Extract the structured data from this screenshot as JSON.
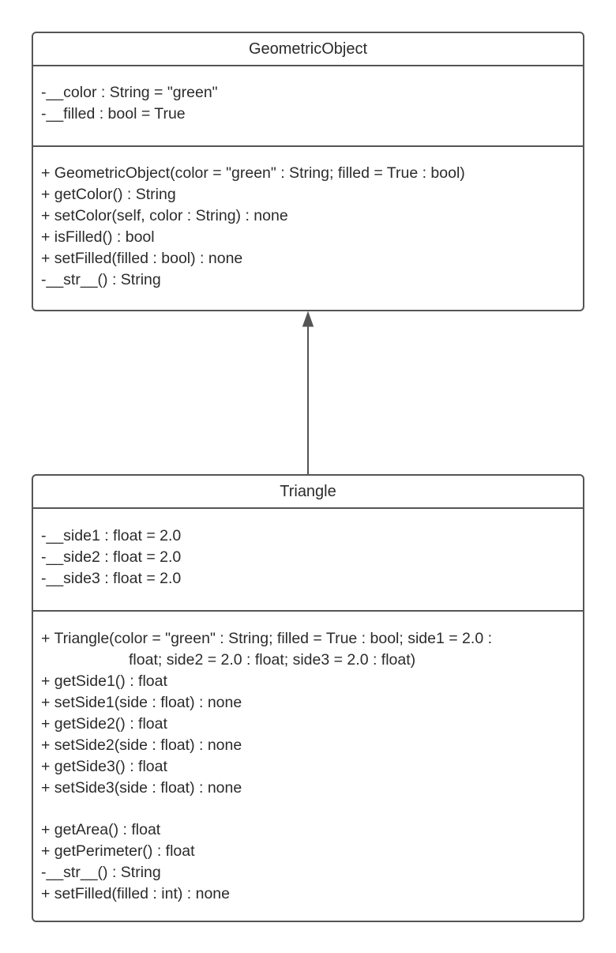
{
  "superclass": {
    "name": "GeometricObject",
    "attributes": [
      "-__color : String = \"green\"",
      "-__filled : bool = True"
    ],
    "operations": [
      "+ GeometricObject(color = \"green\" : String; filled = True : bool)",
      "+ getColor() : String",
      "+ setColor(self, color : String) : none",
      "+ isFilled() : bool",
      "+ setFilled(filled : bool) : none",
      "-__str__() : String"
    ]
  },
  "subclass": {
    "name": "Triangle",
    "attributes": [
      "-__side1 : float = 2.0",
      "-__side2 : float = 2.0",
      "-__side3 : float = 2.0"
    ],
    "constructor_line1": "+ Triangle(color = \"green\" : String; filled = True : bool; side1 = 2.0 :",
    "constructor_line2": "float; side2 = 2.0 : float; side3 = 2.0 : float)",
    "operations_group1": [
      "+ getSide1() : float",
      "+ setSide1(side : float) : none",
      "+ getSide2() : float",
      "+ setSide2(side : float) : none",
      "+ getSide3() : float",
      "+ setSide3(side : float) : none"
    ],
    "operations_group2": [
      "+ getArea() : float",
      "+ getPerimeter() : float",
      "-__str__() : String",
      "+ setFilled(filled : int) : none"
    ]
  },
  "relationship": {
    "type": "generalization",
    "from": "Triangle",
    "to": "GeometricObject"
  },
  "colors": {
    "border": "#555555",
    "text": "#2b2b2b",
    "background": "#ffffff"
  }
}
